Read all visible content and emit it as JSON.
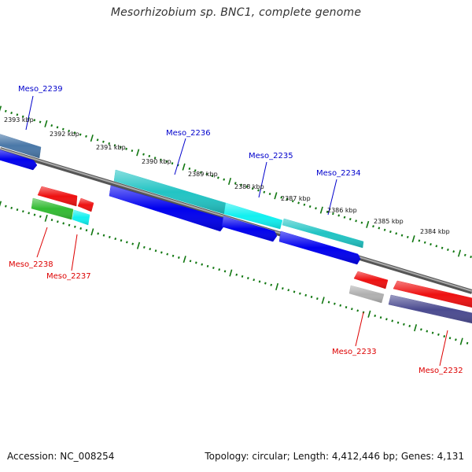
{
  "title": "Mesorhizobium sp. BNC1, complete genome",
  "accession": "Accession: NC_008254",
  "topology": "Topology: circular; Length: 4,412,446 bp; Genes: 4,131",
  "colors": {
    "forward_label": "#0000cc",
    "reverse_label": "#dd0000",
    "tick": "#117711",
    "backbone": "#777777",
    "blue": "#0000ee",
    "steelblue": "#4a78a8",
    "teal": "#22c4c4",
    "cyan": "#11f0f0",
    "red": "#ee1111",
    "green": "#33bb33",
    "grey": "#b0b0b0",
    "slate": "#4b4b90"
  },
  "scale_labels": [
    "2393 kbp",
    "2392 kbp",
    "2391 kbp",
    "2390 kbp",
    "2389 kbp",
    "2388 kbp",
    "2387 kbp",
    "2386 kbp",
    "2385 kbp",
    "2384 kbp"
  ],
  "gene_labels": [
    {
      "text": "Meso_2239",
      "strand": "forward"
    },
    {
      "text": "Meso_2236",
      "strand": "forward"
    },
    {
      "text": "Meso_2235",
      "strand": "forward"
    },
    {
      "text": "Meso_2234",
      "strand": "forward"
    },
    {
      "text": "Meso_2238",
      "strand": "reverse"
    },
    {
      "text": "Meso_2237",
      "strand": "reverse"
    },
    {
      "text": "Meso_2233",
      "strand": "reverse"
    },
    {
      "text": "Meso_2232",
      "strand": "reverse"
    }
  ],
  "features": [
    {
      "color": "steelblue",
      "strand": "forward"
    },
    {
      "color": "blue",
      "strand": "forward"
    },
    {
      "color": "teal",
      "strand": "forward"
    },
    {
      "color": "cyan",
      "strand": "forward"
    },
    {
      "color": "teal",
      "strand": "forward"
    },
    {
      "color": "blue",
      "strand": "forward"
    },
    {
      "color": "blue",
      "strand": "forward"
    },
    {
      "color": "blue",
      "strand": "forward"
    },
    {
      "color": "red",
      "strand": "reverse"
    },
    {
      "color": "red",
      "strand": "reverse"
    },
    {
      "color": "green",
      "strand": "reverse"
    },
    {
      "color": "cyan",
      "strand": "reverse"
    },
    {
      "color": "red",
      "strand": "reverse"
    },
    {
      "color": "grey",
      "strand": "reverse"
    },
    {
      "color": "red",
      "strand": "reverse"
    },
    {
      "color": "slate",
      "strand": "reverse"
    }
  ]
}
